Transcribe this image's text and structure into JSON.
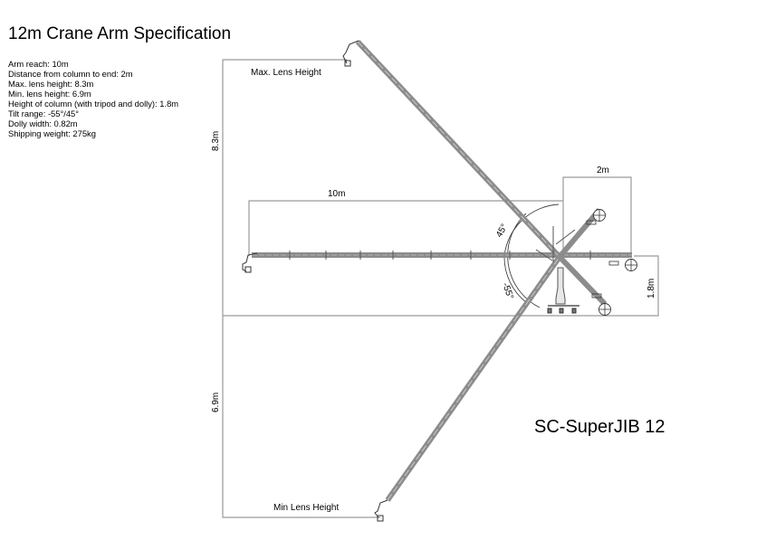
{
  "header": {
    "title": "12m Crane Arm Specification"
  },
  "specs": [
    {
      "label": "Arm reach",
      "value": "10m",
      "text": "Arm reach: 10m"
    },
    {
      "label": "Distance from column to end",
      "value": "2m",
      "text": "Distance from column to end: 2m"
    },
    {
      "label": "Max. lens height",
      "value": "8.3m",
      "text": "Max. lens height: 8.3m"
    },
    {
      "label": "Min. lens height",
      "value": "6.9m",
      "text": "Min. lens height: 6.9m"
    },
    {
      "label": "Height of column (with tripod and dolly)",
      "value": "1.8m",
      "text": "Height of column (with tripod and dolly): 1.8m"
    },
    {
      "label": "Tilt range",
      "value": "-55°/45°",
      "text": "Tilt range: -55°/45°"
    },
    {
      "label": "Dolly width",
      "value": "0.82m",
      "text": "Dolly width: 0.82m"
    },
    {
      "label": "Shipping weight",
      "value": "275kg",
      "text": "Shipping weight: 275kg"
    }
  ],
  "diagram": {
    "labels": {
      "max_lens_height": "Max. Lens Height",
      "min_lens_height": "Min Lens Height",
      "arm_reach": "10m",
      "counter_end": "2m",
      "max_height_dim": "8.3m",
      "min_height_dim": "6.9m",
      "column_height_dim": "1.8m",
      "tilt_up": "45°",
      "tilt_down": "-55°"
    },
    "colors": {
      "arm": "#8c8c8c",
      "dimension_line": "#9a9a9a",
      "ink": "#333333"
    }
  },
  "model_name": "SC-SuperJIB 12"
}
